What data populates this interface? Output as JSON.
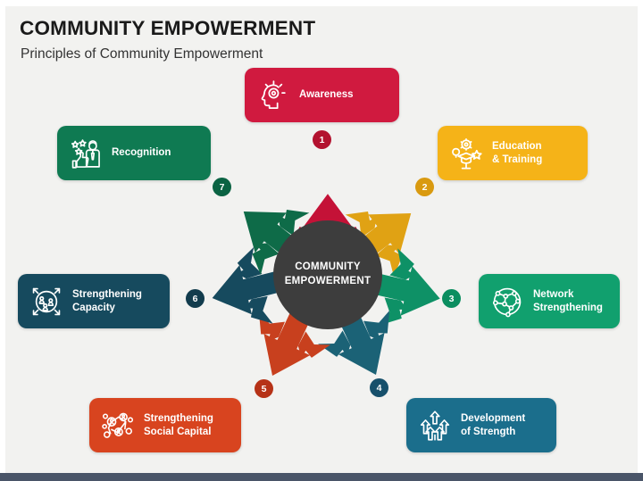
{
  "header": {
    "title": "COMMUNITY EMPOWERMENT",
    "subtitle": "Principles of Community Empowerment"
  },
  "hub": {
    "line1": "COMMUNITY",
    "line2": "EMPOWERMENT",
    "color": "#3d3d3d",
    "text_color": "#ffffff"
  },
  "canvas": {
    "background": "#f2f2f0",
    "bottom_bar_color": "#4a5568"
  },
  "diagram": {
    "type": "radial-cycle",
    "spoke_count": 7,
    "spokes": [
      {
        "number": "1",
        "label": "Awareness",
        "color": "#d01a3f",
        "badge_color": "#b3122f",
        "icon": "head-lightbulb-icon",
        "direction": "up"
      },
      {
        "number": "2",
        "label": "Education\n& Training",
        "color": "#f5b318",
        "badge_color": "#d99a10",
        "icon": "graduate-gear-icon",
        "direction": "up-right"
      },
      {
        "number": "3",
        "label": "Network\nStrengthening",
        "color": "#11a06e",
        "badge_color": "#0b8e60",
        "icon": "globe-network-icon",
        "direction": "right"
      },
      {
        "number": "4",
        "label": "Development\nof Strength",
        "color": "#1b6e8c",
        "badge_color": "#17506b",
        "icon": "growth-arrows-icon",
        "direction": "down-right"
      },
      {
        "number": "5",
        "label": "Strengthening\nSocial Capital",
        "color": "#d8441f",
        "badge_color": "#b63217",
        "icon": "people-network-icon",
        "direction": "down-left"
      },
      {
        "number": "6",
        "label": "Strengthening\nCapacity",
        "color": "#164a5e",
        "badge_color": "#123c4d",
        "icon": "capacity-circle-icon",
        "direction": "left"
      },
      {
        "number": "7",
        "label": "Recognition",
        "color": "#0f7a52",
        "badge_color": "#0b6343",
        "icon": "thumbs-up-stars-icon",
        "direction": "up-left"
      }
    ]
  }
}
